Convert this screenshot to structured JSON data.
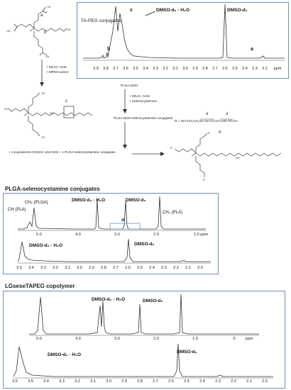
{
  "scheme": {
    "start_labels": {
      "a": "a",
      "b": "b"
    },
    "step1_reagents": [
      "+ EDAC, NHS",
      "+ MPEO-amine"
    ],
    "mid_label_c": "c",
    "plga_label": "PLGA 502H",
    "plga_reagents": [
      "+ EDAC, NHS",
      "+ Selenocystamine"
    ],
    "plga_product": "PLGA 502H-selenocystamine conjugates",
    "r_group": "R = NH-CH₂CH₂Se-Se-CH₂CH₂NH-PLGA",
    "r_d_labels": [
      "d",
      "d"
    ],
    "final_step": "+ 3 equivalents of EDAC and NHS + 1 PLGA-selenocystamine conjugates",
    "final_r_label": "R"
  },
  "panel1": {
    "title": "TA-PEG conjugates",
    "peak_labels": {
      "b": "b",
      "c": "c",
      "a": "a",
      "dmso_h2o": "DMSO-d₆ - H₂O",
      "dmso": "DMSO-d₆"
    },
    "axis_ticks": [
      "3.9",
      "3.8",
      "3.7",
      "3.6",
      "3.5",
      "3.4",
      "3.3",
      "3.2",
      "3.1",
      "3.0",
      "2.9",
      "2.8",
      "2.7",
      "2.6",
      "2.5",
      "2.4",
      "2.3",
      "2.2"
    ],
    "unit": "ppm"
  },
  "panel2": {
    "heading": "PLGA-selenocystamine conjugates",
    "top_labels": {
      "ch_pla": "CH (PLA)",
      "ch2_plga": "CH₂ (PLGA)",
      "dmso_h2o": "DMSO-d₆ - H₂O",
      "dmso": "DMSO-d₆",
      "d": "d",
      "ch3_pla": "CH₃ (PLA)"
    },
    "top_ticks": [
      "5.0",
      "4.0",
      "3.0",
      "2.0",
      "1.0 ppm"
    ],
    "bottom_labels": {
      "dmso_h2o": "DMSO-d₆ - H₂O",
      "dmso": "DMSO-d₆"
    },
    "bottom_ticks": [
      "3.5",
      "3.4",
      "3.3",
      "3.2",
      "3.1",
      "3.0",
      "2.9",
      "2.8",
      "2.7",
      "2.6",
      "2.5",
      "2.4",
      "2.3",
      "2.2",
      "2.1",
      "2.0"
    ]
  },
  "panel3": {
    "heading": "LGseseTAPEG copolymer",
    "top_labels": {
      "dmso_h2o": "DMSO-d₆ - H₂O",
      "dmso": "DMSO-d₆"
    },
    "top_ticks": [
      "5.0",
      "4.0",
      "3.0",
      "2.0",
      "1.0",
      "0",
      "ppm"
    ],
    "bottom_labels": {
      "dmso_h2o": "DMSO-d₆ - H₂O",
      "dmso": "DMSO-d₆"
    },
    "bottom_ticks": [
      "3.6",
      "3.5",
      "3.4",
      "3.3",
      "3.2",
      "3.1",
      "3.0",
      "2.9",
      "2.8",
      "2.7",
      "2.6",
      "2.5",
      "2.4",
      "2.3",
      "2.2",
      "2.1",
      "2.0"
    ]
  }
}
